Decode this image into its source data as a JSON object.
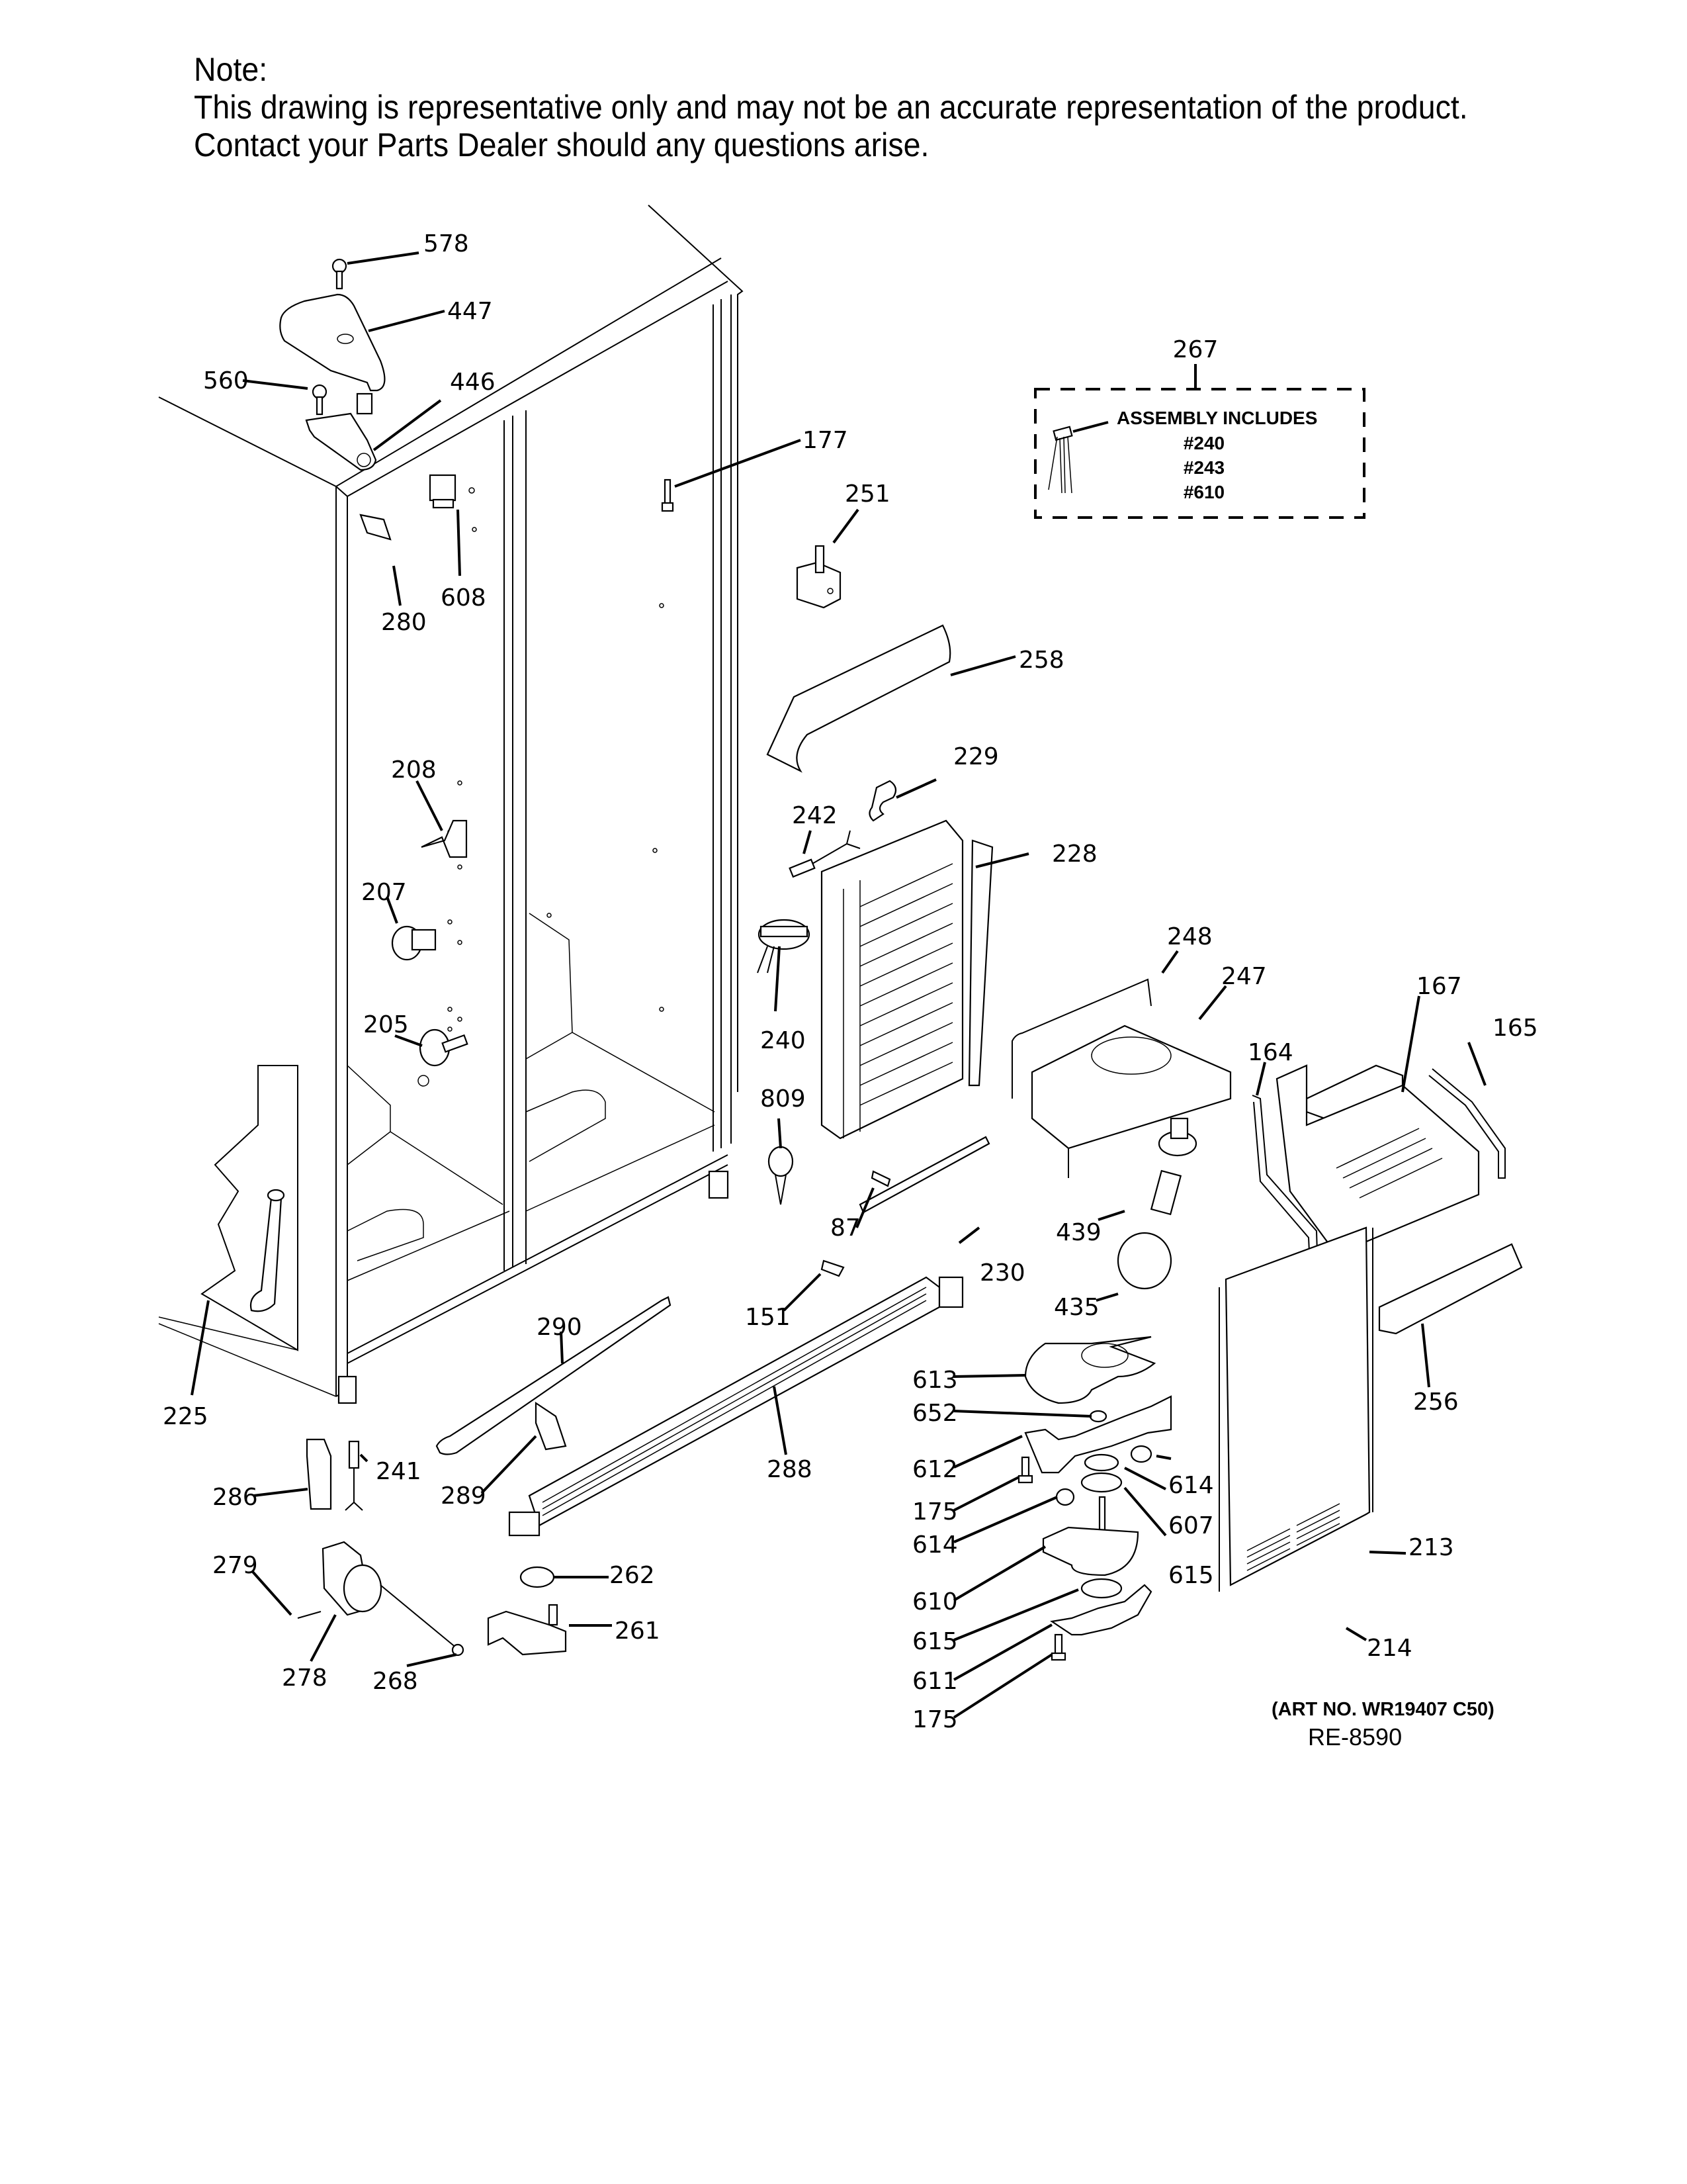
{
  "note": {
    "title": "Note:",
    "line1": "This drawing is representative only and may not be an accurate representation of the product.",
    "line2": "Contact your Parts Dealer should any questions arise."
  },
  "assembly_box": {
    "part_number": "267",
    "heading": "ASSEMBLY INCLUDES",
    "items": [
      "#240",
      "#243",
      "#610"
    ]
  },
  "art_number": "(ART NO. WR19407 C50)",
  "drawing_ref": "RE-8590",
  "part_labels": {
    "p578": "578",
    "p447": "447",
    "p560": "560",
    "p446": "446",
    "p177": "177",
    "p251": "251",
    "p280": "280",
    "p608": "608",
    "p258": "258",
    "p229": "229",
    "p242": "242",
    "p228": "228",
    "p208": "208",
    "p207": "207",
    "p248": "248",
    "p247": "247",
    "p167": "167",
    "p165": "165",
    "p164": "164",
    "p240": "240",
    "p205": "205",
    "p809": "809",
    "p439": "439",
    "p87": "87",
    "p230": "230",
    "p435": "435",
    "p151": "151",
    "p290": "290",
    "p256": "256",
    "p225": "225",
    "p613": "613",
    "p652": "652",
    "p241": "241",
    "p288": "288",
    "p289": "289",
    "p612": "612",
    "p286": "286",
    "p614a": "614",
    "p175a": "175",
    "p607": "607",
    "p614b": "614",
    "p213": "213",
    "p279": "279",
    "p615a": "615",
    "p262": "262",
    "p610": "610",
    "p261": "261",
    "p615b": "615",
    "p214": "214",
    "p278": "278",
    "p268": "268",
    "p611": "611",
    "p175b": "175"
  }
}
